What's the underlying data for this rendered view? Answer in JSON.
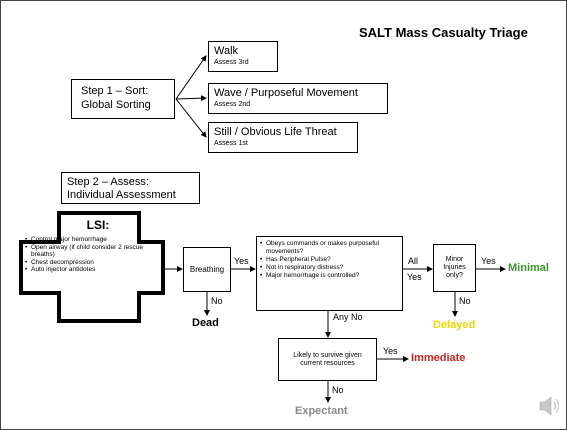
{
  "title": "SALT Mass Casualty Triage",
  "step1": {
    "line1": "Step 1 – Sort:",
    "line2": "Global Sorting"
  },
  "step1_outcomes": [
    {
      "main": "Walk",
      "sub": "Assess 3rd"
    },
    {
      "main": "Wave / Purposeful Movement",
      "sub": "Assess 2nd"
    },
    {
      "main": "Still / Obvious Life Threat",
      "sub": "Assess 1st"
    }
  ],
  "step2": {
    "line1": "Step 2 – Assess:",
    "line2": "Individual Assessment"
  },
  "lsi": {
    "title": "LSI:",
    "items": [
      "Control major hemorrhage",
      "Open airway (if child consider 2 rescue breaths)",
      "Chest decompression",
      "Auto injector antidotes"
    ]
  },
  "breathing": "Breathing",
  "assessment_questions": [
    "Obeys commands or makes purposeful movements?",
    "Has Peripheral Pulse?",
    "Not in respiratory distress?",
    "Major hemorrhage is controlled?"
  ],
  "minor_injuries": {
    "line1": "Minor",
    "line2": "Injuries",
    "line3": "only?"
  },
  "likely": {
    "line1": "Likely to survive given",
    "line2": "current resources"
  },
  "arrow_labels": {
    "breathing_yes": "Yes",
    "breathing_no": "No",
    "all": "All",
    "all_yes": "Yes",
    "any_no": "Any No",
    "minor_yes": "Yes",
    "minor_no": "No",
    "likely_yes": "Yes",
    "likely_no": "No"
  },
  "categories": {
    "dead": "Dead",
    "minimal": "Minimal",
    "delayed": "Delayed",
    "immediate": "Immediate",
    "expectant": "Expectant"
  },
  "colors": {
    "minimal": "#3a9a2a",
    "delayed": "#e8d800",
    "immediate": "#c62828",
    "expectant": "#8a8a8a",
    "dead": "#000000"
  },
  "speaker_icon": "speaker-icon"
}
